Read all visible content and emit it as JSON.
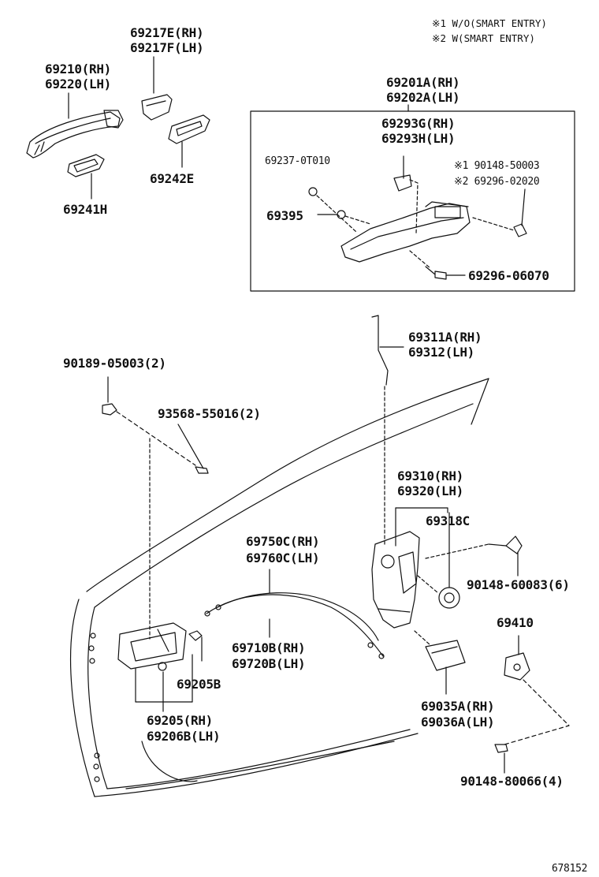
{
  "notes": {
    "n1": "※1 W/O(SMART ENTRY)",
    "n2": "※2 W(SMART ENTRY)"
  },
  "labels": {
    "p69217": [
      "69217E(RH)",
      "69217F(LH)"
    ],
    "p69210": [
      "69210(RH)",
      "69220(LH)"
    ],
    "p69242": "69242E",
    "p69241": "69241H",
    "p69201": [
      "69201A(RH)",
      "69202A(LH)"
    ],
    "p69293": [
      "69293G(RH)",
      "69293H(LH)"
    ],
    "p69237": "69237-0T010",
    "p90148_50003": "※1 90148-50003",
    "p69296_02020": "※2 69296-02020",
    "p69395": "69395",
    "p69296_06070": "69296-06070",
    "p69311": [
      "69311A(RH)",
      "69312(LH)"
    ],
    "p90189": "90189-05003(2)",
    "p93568": "93568-55016(2)",
    "p69310": [
      "69310(RH)",
      "69320(LH)"
    ],
    "p69318": "69318C",
    "p90148_60083": "90148-60083(6)",
    "p69750": [
      "69750C(RH)",
      "69760C(LH)"
    ],
    "p69710": [
      "69710B(RH)",
      "69720B(LH)"
    ],
    "p69205b": "69205B",
    "p69205": [
      "69205(RH)",
      "69206B(LH)"
    ],
    "p69410": "69410",
    "p69035": [
      "69035A(RH)",
      "69036A(LH)"
    ],
    "p90148_80066": "90148-80066(4)",
    "ref": "678152"
  }
}
